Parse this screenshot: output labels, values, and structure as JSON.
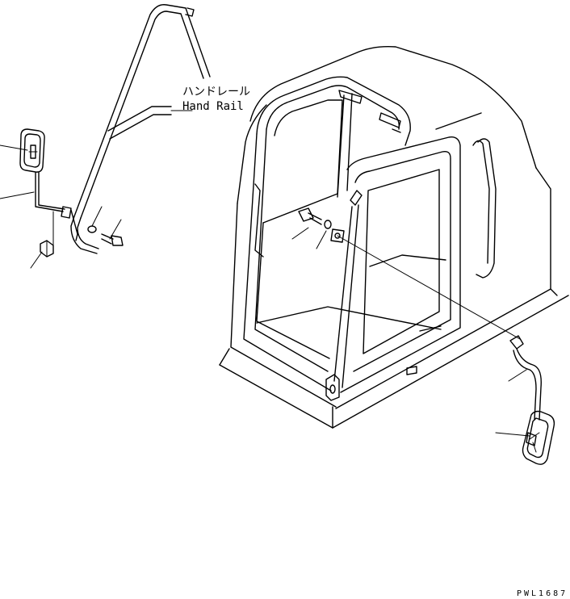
{
  "labels": {
    "handrail_jp": "ハンドレール",
    "handrail_en": "Hand Rail"
  },
  "drawing_code": "PWL1687"
}
